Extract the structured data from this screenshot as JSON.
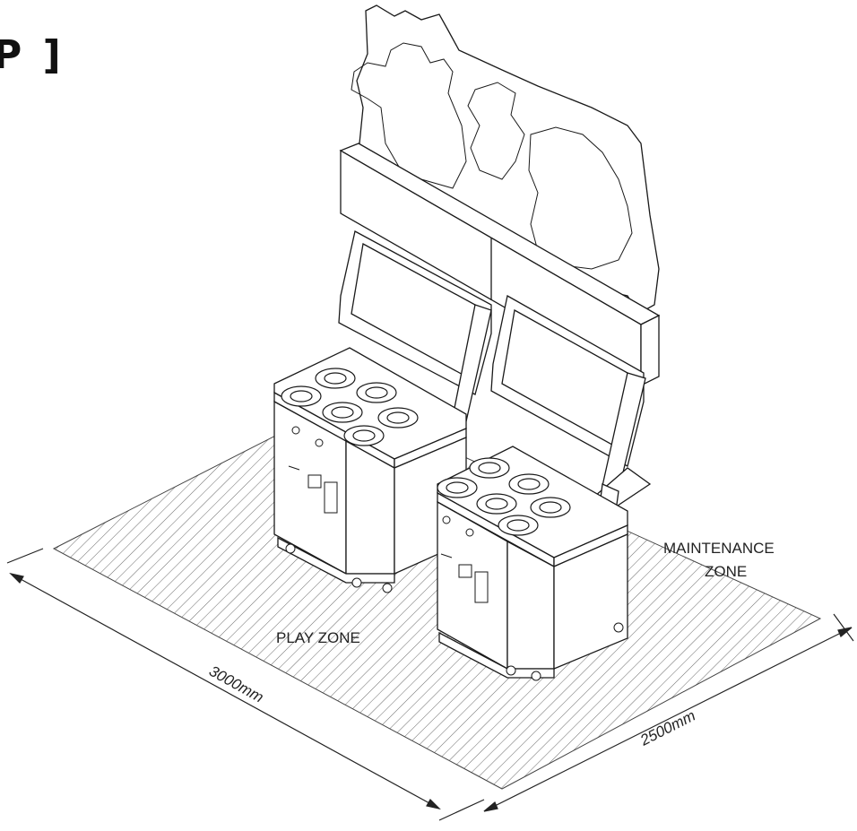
{
  "header": {
    "text": "P ]"
  },
  "labels": {
    "maintenance_line1": "MAINTENANCE",
    "maintenance_line2": "ZONE",
    "play_zone": "PLAY ZONE",
    "dim_length": "3000mm",
    "dim_width": "2500mm"
  },
  "colors": {
    "line": "#1a1a1a",
    "hatch": "#555555",
    "screen": "#ffffff"
  }
}
